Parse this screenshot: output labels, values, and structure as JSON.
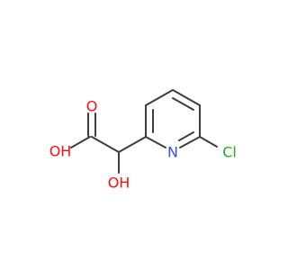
{
  "molecule": {
    "atoms": {
      "o_carbonyl": "O",
      "o_acid": "OH",
      "o_alpha": "OH",
      "n_ring": "N",
      "cl": "Cl"
    },
    "colors": {
      "bond": "#3d3d3d",
      "oxygen": "#ff0d0d",
      "nitrogen": "#3050f8",
      "chlorine": "#1fb01f"
    }
  }
}
